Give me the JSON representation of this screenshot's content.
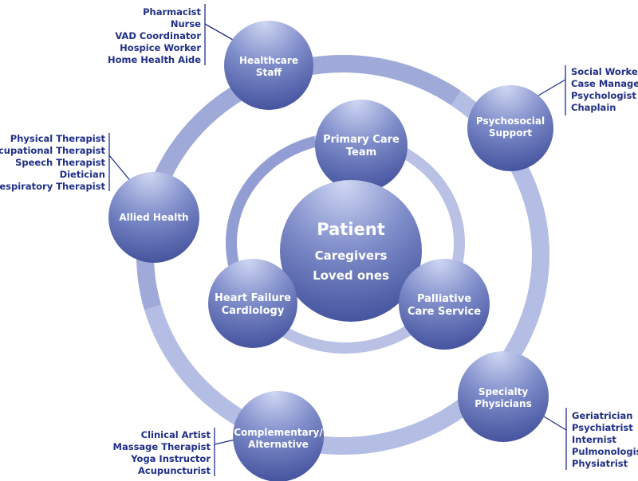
{
  "diagram": {
    "colors": {
      "ring": "#b7bfe2",
      "node_light": "#c9d1f1",
      "node_dark": "#3c4b9a",
      "label_text": "#1f2f86",
      "bracket": "#1f2f86"
    },
    "center": {
      "title": "Patient",
      "line1": "Caregivers",
      "line2": "Loved ones"
    },
    "inner_nodes": {
      "primary_care": [
        "Primary Care",
        "Team"
      ],
      "heart_failure": [
        "Heart Failure",
        "Cardiology"
      ],
      "palliative": [
        "Palliative",
        "Care Service"
      ]
    },
    "outer_nodes": {
      "healthcare_staff": [
        "Healthcare",
        "Staff"
      ],
      "psychosocial": [
        "Psychosocial",
        "Support"
      ],
      "allied_health": [
        "Allied Health"
      ],
      "specialty": [
        "Specialty",
        "Physicians"
      ],
      "complementary": [
        "Complementary/",
        "Alternative"
      ]
    },
    "lists": {
      "healthcare_staff": [
        "Pharmacist",
        "Nurse",
        "VAD Coordinator",
        "Hospice Worker",
        "Home Health Aide"
      ],
      "psychosocial": [
        "Social Worker",
        "Case Manager",
        "Psychologist",
        "Chaplain"
      ],
      "allied_health": [
        "Physical Therapist",
        "Occupational Therapist",
        "Speech Therapist",
        "Dietician",
        "Respiratory Therapist"
      ],
      "specialty": [
        "Geriatrician",
        "Psychiatrist",
        "Internist",
        "Pulmonologist",
        "Physiatrist"
      ],
      "complementary": [
        "Clinical Artist",
        "Massage Therapist",
        "Yoga Instructor",
        "Acupuncturist"
      ]
    }
  }
}
